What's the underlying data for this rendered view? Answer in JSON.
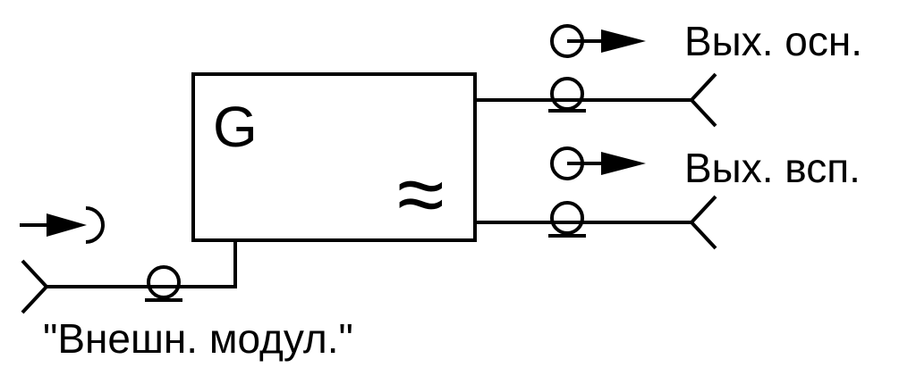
{
  "generator": {
    "symbol": "G",
    "ac_symbol": "≈"
  },
  "outputs": {
    "main": {
      "label": "Вых. осн."
    },
    "aux": {
      "label": "Вых. всп."
    }
  },
  "input": {
    "label": "\"Внешн. модул.\""
  },
  "colors": {
    "stroke": "#000000",
    "background": "#ffffff"
  }
}
